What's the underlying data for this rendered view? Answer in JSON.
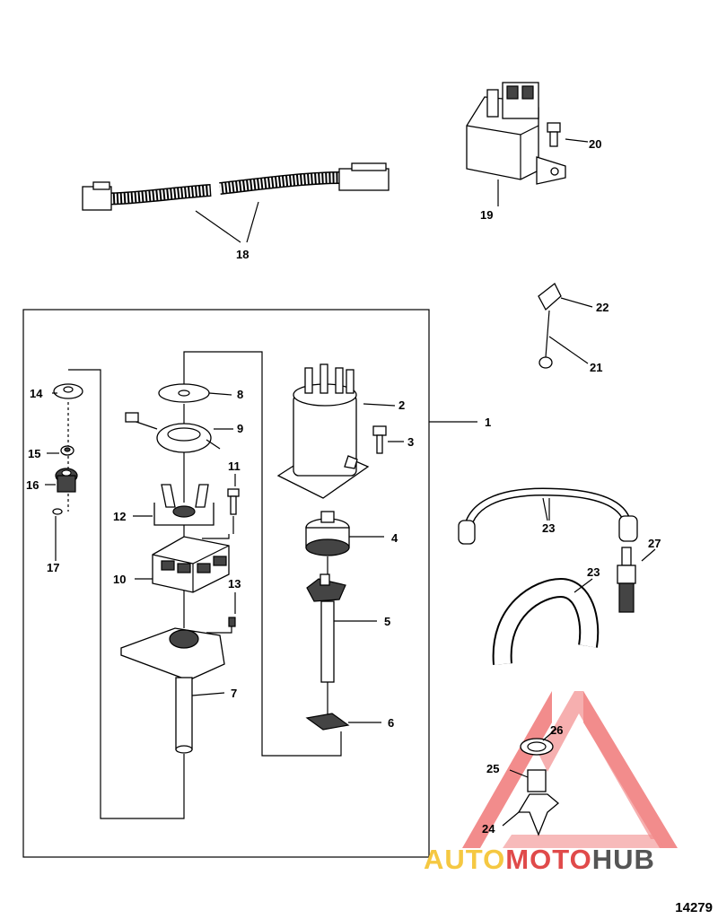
{
  "callouts": {
    "c1": "1",
    "c2": "2",
    "c3": "3",
    "c4": "4",
    "c5": "5",
    "c6": "6",
    "c7": "7",
    "c8": "8",
    "c9": "9",
    "c10": "10",
    "c11": "11",
    "c12": "12",
    "c13": "13",
    "c14": "14",
    "c15": "15",
    "c16": "16",
    "c17": "17",
    "c18": "18",
    "c19": "19",
    "c20": "20",
    "c21": "21",
    "c22": "22",
    "c23a": "23",
    "c23b": "23",
    "c24": "24",
    "c25": "25",
    "c26": "26",
    "c27": "27"
  },
  "watermark": {
    "part1": "AUTO",
    "part2": "MOTO",
    "part3": "HUB"
  },
  "figure_number": "14279",
  "colors": {
    "watermark_yellow": "#f5c842",
    "watermark_red": "#e04a4a",
    "watermark_gray": "#555555"
  }
}
